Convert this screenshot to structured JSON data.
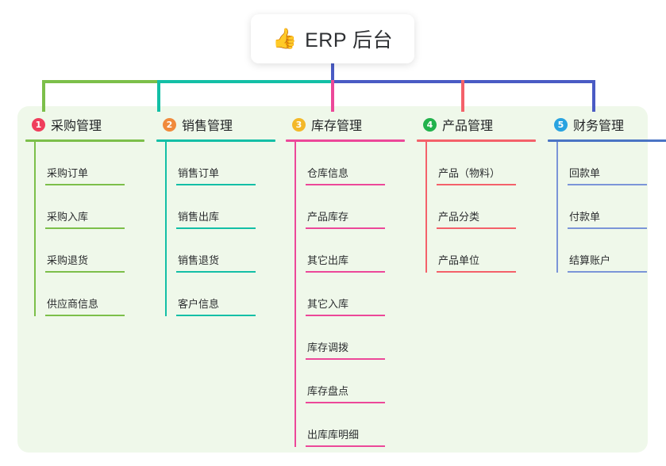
{
  "root": {
    "icon": "thumbs-up-icon",
    "emoji": "👍",
    "title": "ERP 后台"
  },
  "palette": {
    "panel_bg": "#eff8ea",
    "root_stem": "#4a5bc4",
    "bus_green": "#7cbf4a",
    "bus_teal": "#13bfa6",
    "bus_blue": "#4a5bc4"
  },
  "branches": [
    {
      "number": "1",
      "title": "采购管理",
      "badge_color": "#ef3e5c",
      "line_color": "#7cbf4a",
      "items": [
        "采购订单",
        "采购入库",
        "采购退货",
        "供应商信息"
      ]
    },
    {
      "number": "2",
      "title": "销售管理",
      "badge_color": "#f08a3c",
      "line_color": "#13bfa6",
      "items": [
        "销售订单",
        "销售出库",
        "销售退货",
        "客户信息"
      ]
    },
    {
      "number": "3",
      "title": "库存管理",
      "badge_color": "#f3b829",
      "line_color": "#ec4899",
      "items": [
        "仓库信息",
        "产品库存",
        "其它出库",
        "其它入库",
        "库存调拨",
        "库存盘点",
        "出库库明细"
      ]
    },
    {
      "number": "4",
      "title": "产品管理",
      "badge_color": "#22b24c",
      "line_color": "#f4616a",
      "items": [
        "产品（物料）",
        "产品分类",
        "产品单位"
      ]
    },
    {
      "number": "5",
      "title": "财务管理",
      "badge_color": "#29a3e0",
      "line_color": "#7b95d8",
      "rule_color": "#4a74c4",
      "items": [
        "回款单",
        "付款单",
        "结算账户"
      ]
    }
  ]
}
